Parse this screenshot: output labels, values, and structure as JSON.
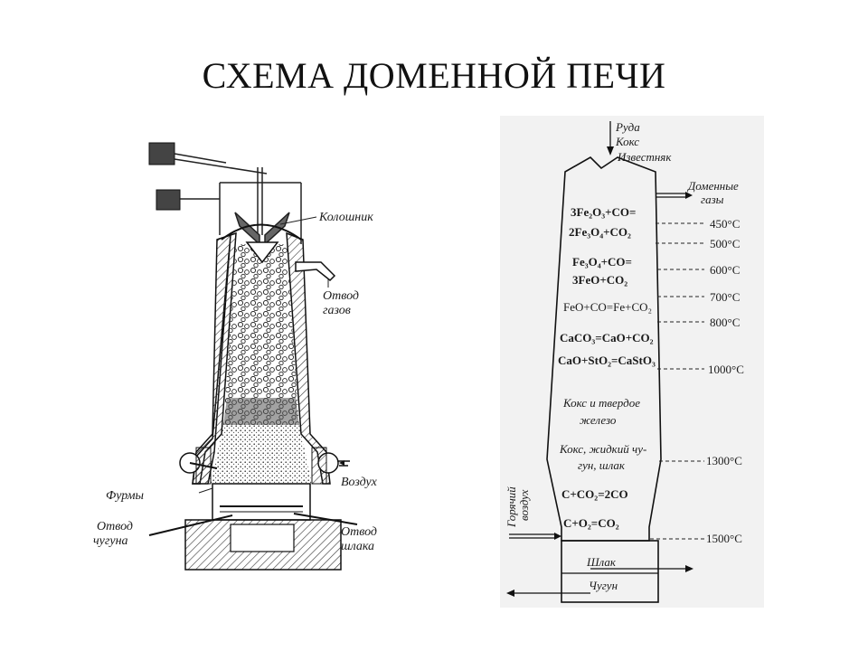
{
  "title": "СХЕМА ДОМЕННОЙ ПЕЧИ",
  "left_diagram": {
    "labels": {
      "koloshnik": "Колошник",
      "otvod_gazov_1": "Отвод",
      "otvod_gazov_2": "газов",
      "vozduh": "Воздух",
      "furmy": "Фурмы",
      "otvod_chuguna_1": "Отвод",
      "otvod_chuguna_2": "чугуна",
      "otvod_shlaka_1": "Отвод",
      "otvod_shlaka_2": "шлака"
    }
  },
  "right_diagram": {
    "inputs": [
      "Руда",
      "Кокс",
      "Известняк"
    ],
    "gases": [
      "Доменные",
      "газы"
    ],
    "hot_air": [
      "Горячий",
      "воздух"
    ],
    "temperatures": [
      "450°C",
      "500°C",
      "600°C",
      "700°C",
      "800°C",
      "1000°C",
      "1300°C",
      "1500°C"
    ],
    "reactions": {
      "r1_line1": "3Fe₂O₃+CO=",
      "r1_line2": "2Fe₃O₄+CO₂",
      "r2_line1": "Fe₃O₄+CO=",
      "r2_line2": "3FeO+CO₂",
      "r3": "FeO+CO=Fe+CO₂",
      "r4": "CaCO₃=CaO+CO₂",
      "r5": "CaO+StO₂=CaStO₃",
      "r6": "C+CO₂=2CO",
      "r7": "C+O₂=CO₂"
    },
    "zones": {
      "coke_solid_1": "Кокс и твердое",
      "coke_solid_2": "железо",
      "coke_liquid_1": "Кокс, жидкий чу-",
      "coke_liquid_2": "гун, шлак"
    },
    "outputs": {
      "slag": "Шлак",
      "iron": "Чугун"
    }
  }
}
